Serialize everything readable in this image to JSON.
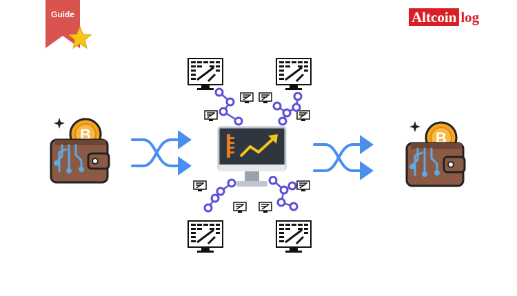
{
  "badge": {
    "label": "Guide",
    "color": "#d9534f"
  },
  "logo": {
    "brand": "Altcoin",
    "suffix": "log",
    "brand_color": "#d81f26"
  },
  "icons": {
    "source_wallet": "bitcoin-wallet-icon",
    "dest_wallet": "bitcoin-wallet-icon",
    "mixer_shuffle": "shuffle-arrows-icon",
    "central": "monitor-trend-chart-icon",
    "servers": "server-rack-monitor-icon",
    "network": "node-network-icon"
  },
  "colors": {
    "arrow_blue": "#4a8ef0",
    "wallet_brown": "#8a5a44",
    "coin_orange": "#f5a623",
    "node_purple": "#5b4fd6",
    "circuit_blue": "#5fa8e0"
  }
}
